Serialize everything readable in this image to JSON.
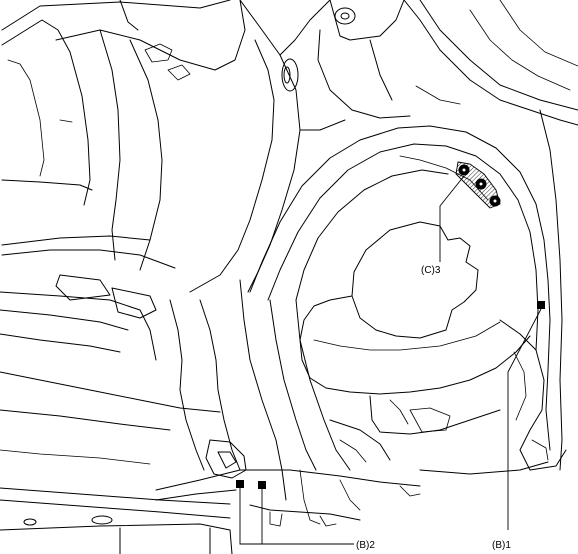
{
  "callouts": {
    "c3": {
      "label": "(C)3"
    },
    "b1": {
      "label": "(B)1"
    },
    "b2": {
      "label": "(B)2"
    }
  },
  "colors": {
    "line": "#000000",
    "background": "#ffffff"
  }
}
